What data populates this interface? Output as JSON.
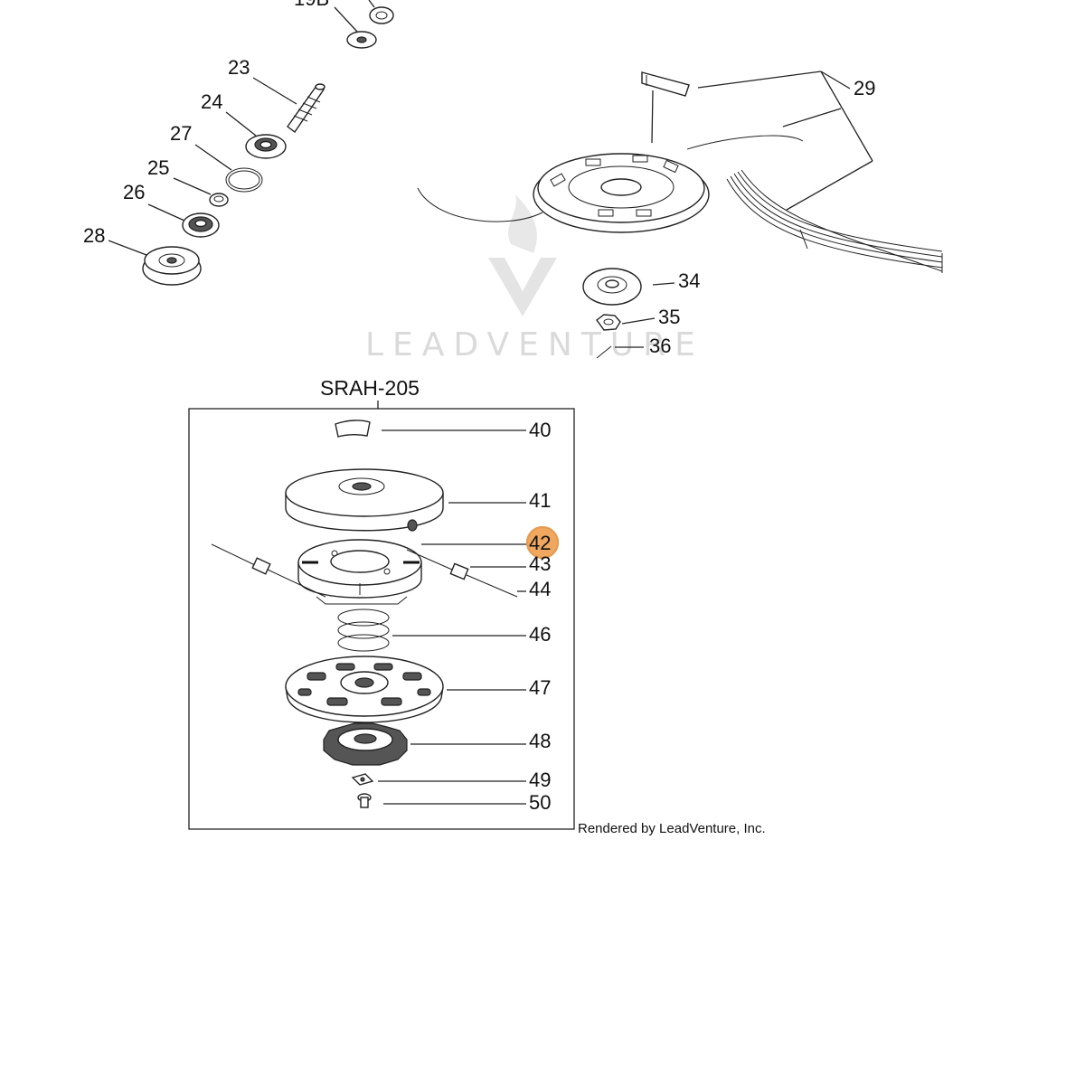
{
  "diagram": {
    "top_partial_label": "19B",
    "upper_left_callouts": [
      "23",
      "24",
      "27",
      "25",
      "26",
      "28"
    ],
    "upper_right_callouts": [
      "29",
      "34",
      "35",
      "36"
    ],
    "watermark": "LEADVENTURE",
    "assembly": {
      "title": "SRAH-205",
      "callouts": [
        "40",
        "41",
        "42",
        "43",
        "44",
        "46",
        "47",
        "48",
        "49",
        "50"
      ],
      "highlighted": "42",
      "highlight_color": "#f0a860"
    },
    "credit": "Rendered by LeadVenture, Inc."
  }
}
